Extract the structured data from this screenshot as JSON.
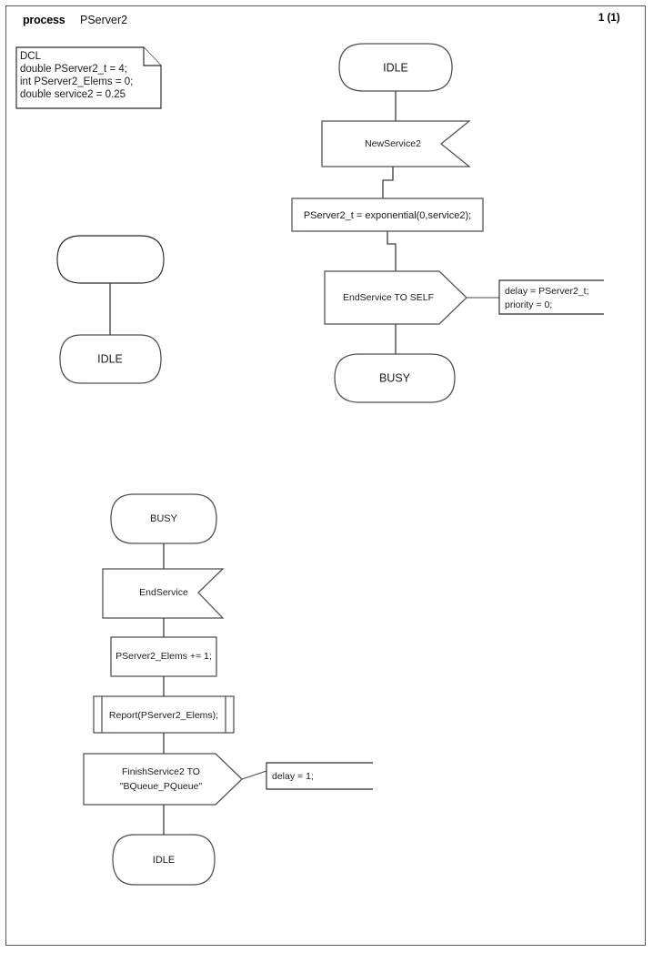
{
  "header": {
    "keyword": "process",
    "name": "PServer2",
    "page_number": "1 (1)"
  },
  "declaration": {
    "name": "dcl-box",
    "lines": [
      "DCL",
      "double PServer2_t = 4;",
      "int PServer2_Elems = 0;",
      "double service2 = 0.25"
    ]
  },
  "chains": [
    {
      "id": "chain-main",
      "nodes": [
        {
          "id": "idle-start",
          "kind": "state",
          "label": "IDLE"
        },
        {
          "id": "newservice2-input",
          "kind": "input",
          "label": "NewService2"
        },
        {
          "id": "pserver2-t-task",
          "kind": "task",
          "label": "PServer2_t = exponential(0,service2);"
        },
        {
          "id": "endservice-self-output",
          "kind": "output",
          "label": "EndService TO SELF"
        },
        {
          "id": "busy-state",
          "kind": "state",
          "label": "BUSY"
        }
      ]
    },
    {
      "id": "chain-orphan",
      "nodes": [
        {
          "id": "empty-start",
          "kind": "start",
          "label": ""
        },
        {
          "id": "idle-orphan-state",
          "kind": "state",
          "label": "IDLE"
        }
      ]
    },
    {
      "id": "chain-busy",
      "nodes": [
        {
          "id": "busy-start-state",
          "kind": "state",
          "label": "BUSY"
        },
        {
          "id": "endservice-input",
          "kind": "input",
          "label": "EndService"
        },
        {
          "id": "elems-increment-task",
          "kind": "task",
          "label": "PServer2_Elems += 1;"
        },
        {
          "id": "report-procedure",
          "kind": "procedure",
          "label": "Report(PServer2_Elems);"
        },
        {
          "id": "finishservice2-output",
          "kind": "output",
          "label_line1": "FinishService2 TO",
          "label_line2": "\"BQueue_PQueue\""
        },
        {
          "id": "idle-end-state",
          "kind": "state",
          "label": "IDLE"
        }
      ]
    }
  ],
  "comments": [
    {
      "id": "comment-endservice-self",
      "lines": [
        "delay = PServer2_t;",
        "priority = 0;"
      ]
    },
    {
      "id": "comment-finishservice2",
      "lines": [
        "delay = 1;"
      ]
    }
  ],
  "colors": {
    "background": "#ffffff",
    "frame": "#5a5a60",
    "shape_stroke": "#4e4e56",
    "connector": "#3c3c44",
    "text": "#1a1a22"
  }
}
